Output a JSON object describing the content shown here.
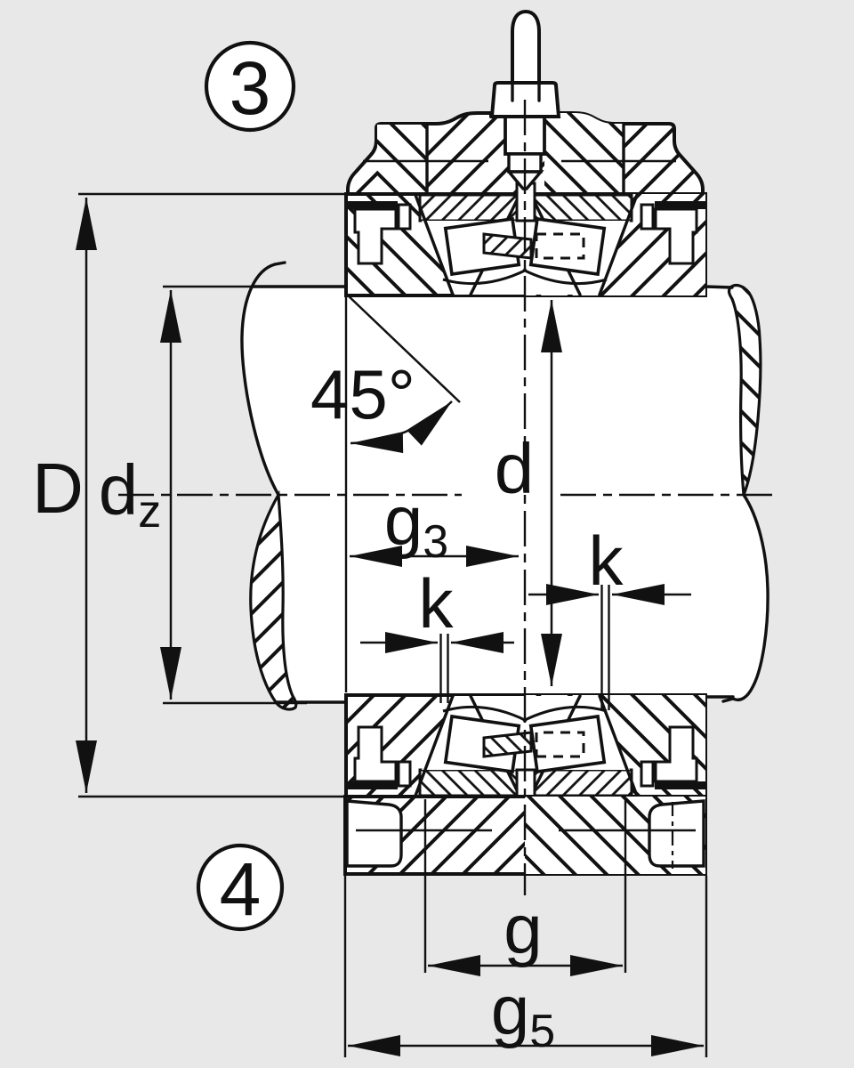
{
  "drawing": {
    "callouts": {
      "upper": "3",
      "lower": "4"
    },
    "labels": {
      "dim_outer": "D",
      "dim_dz_base": "d",
      "dim_dz_sub": "z",
      "dim_bore": "d",
      "dim_angle": "45°",
      "dim_g3_base": "g",
      "dim_g3_sub": "3",
      "dim_k_left": "k",
      "dim_k_right": "k",
      "dim_g": "g",
      "dim_g5_base": "g",
      "dim_g5_sub": "5"
    },
    "colors": {
      "background": "#e8e8e8",
      "ink": "#111111",
      "paper": "#ffffff"
    }
  }
}
